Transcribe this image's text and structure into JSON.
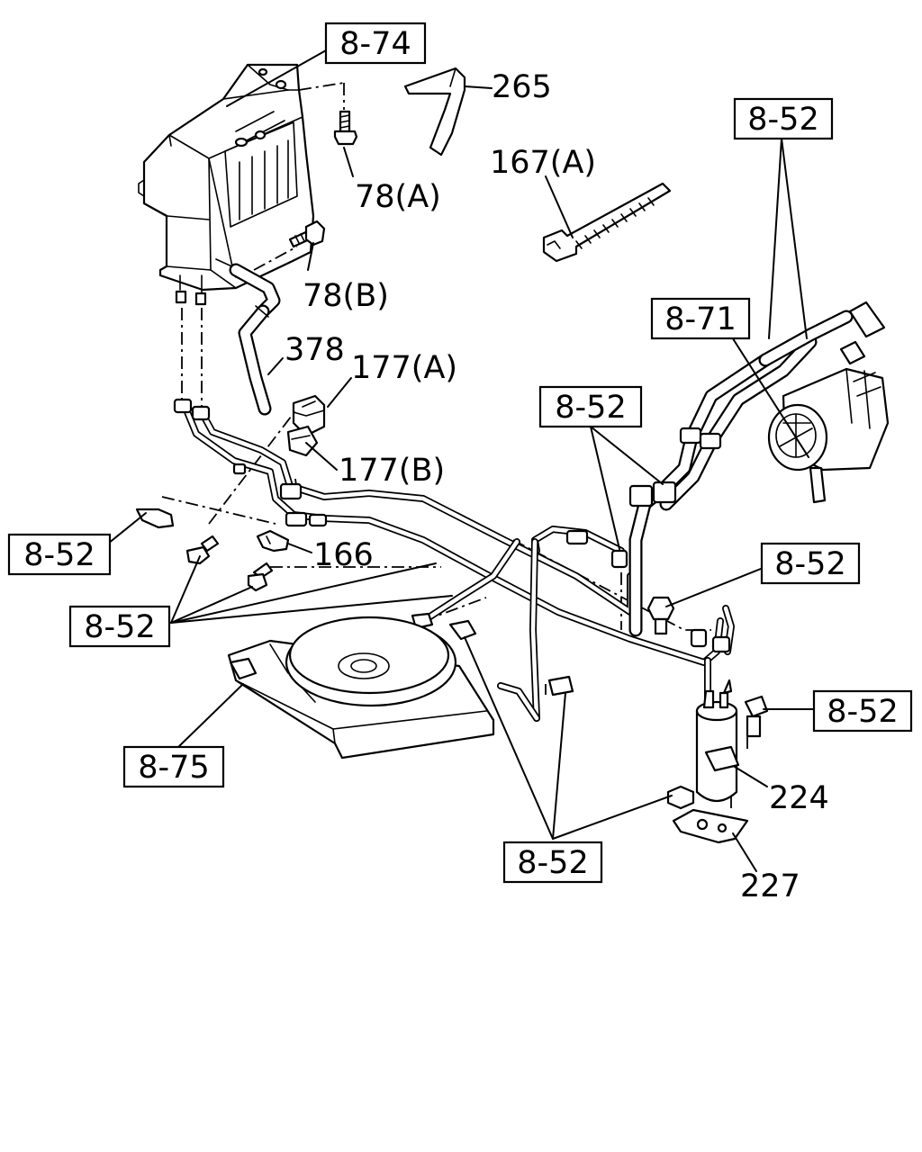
{
  "callouts": {
    "ref_8_74": "8-74",
    "part_265": "265",
    "part_78a": "78(A)",
    "part_167a": "167(A)",
    "ref_8_52_top_right": "8-52",
    "part_78b": "78(B)",
    "ref_8_71": "8-71",
    "part_378": "378",
    "part_177a": "177(A)",
    "ref_8_52_center": "8-52",
    "part_177b": "177(B)",
    "ref_8_52_left": "8-52",
    "part_166": "166",
    "ref_8_52_right_mid": "8-52",
    "ref_8_52_left_group": "8-52",
    "ref_8_52_right_low": "8-52",
    "ref_8_75": "8-75",
    "part_224": "224",
    "part_227": "227",
    "ref_8_52_bottom": "8-52"
  }
}
